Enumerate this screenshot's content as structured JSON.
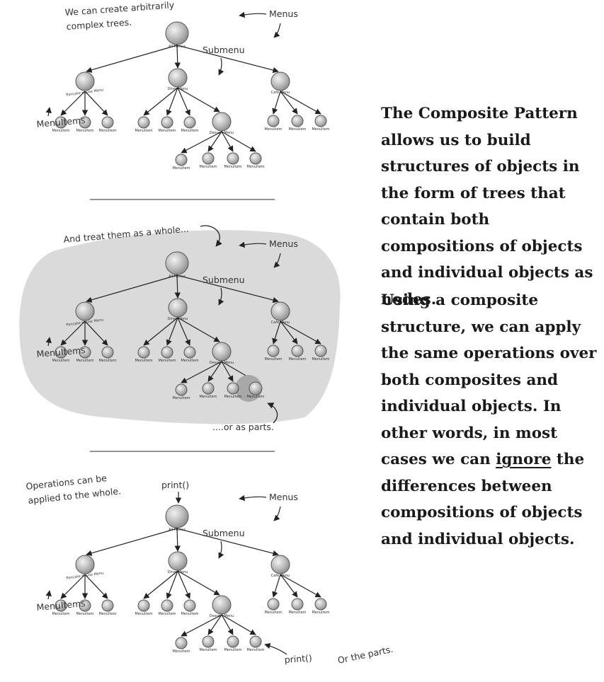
{
  "panels": [
    {
      "caption": "We can create arbitrarily complex trees.",
      "root_label": "All Menus",
      "menus_callout": "Menus",
      "submenu_callout": "Submenu",
      "menuitems_callout": "MenuItems",
      "menus": [
        "Pancake House Menu",
        "Diner Menu",
        "Cafe Menu"
      ],
      "submenu_label": "Dessert Menu",
      "item_label": "MenuItem"
    },
    {
      "caption": "And treat them as a whole...",
      "root_label": "All Menus",
      "menus_callout": "Menus",
      "submenu_callout": "Submenu",
      "menuitems_callout": "MenuItems",
      "parts_callout": "....or as parts.",
      "menus": [
        "Pancake House Menu",
        "Diner Menu",
        "Cafe Menu"
      ],
      "submenu_label": "Dessert Menu",
      "item_label": "MenuItem"
    },
    {
      "caption": "Operations can be applied to the whole.",
      "print_top": "print()",
      "print_bottom": "print()",
      "parts_note": "Or the parts.",
      "root_label": "All Menus",
      "menus_callout": "Menus",
      "submenu_callout": "Submenu",
      "menuitems_callout": "MenuItems",
      "menus": [
        "Pancake House Menu",
        "Diner Menu",
        "Cafe Menu"
      ],
      "submenu_label": "Dessert Menu",
      "item_label": "MenuItem"
    }
  ],
  "description": {
    "para1": "The Composite Pattern allows us to build structures of objects in the form of trees that contain both compositions of objects and individual objects as nodes.",
    "para2_before": "Using a composite structure, we can apply the same operations over both composites and individual objects.  In other words, in most cases we can ",
    "para2_em": "ignore",
    "para2_after": " the differences between compositions of objects and individual objects."
  },
  "colors": {
    "node_fill": "#c8c8c8",
    "node_stroke": "#555555",
    "blob": "#dadada",
    "highlight": "#a8a8a8"
  }
}
